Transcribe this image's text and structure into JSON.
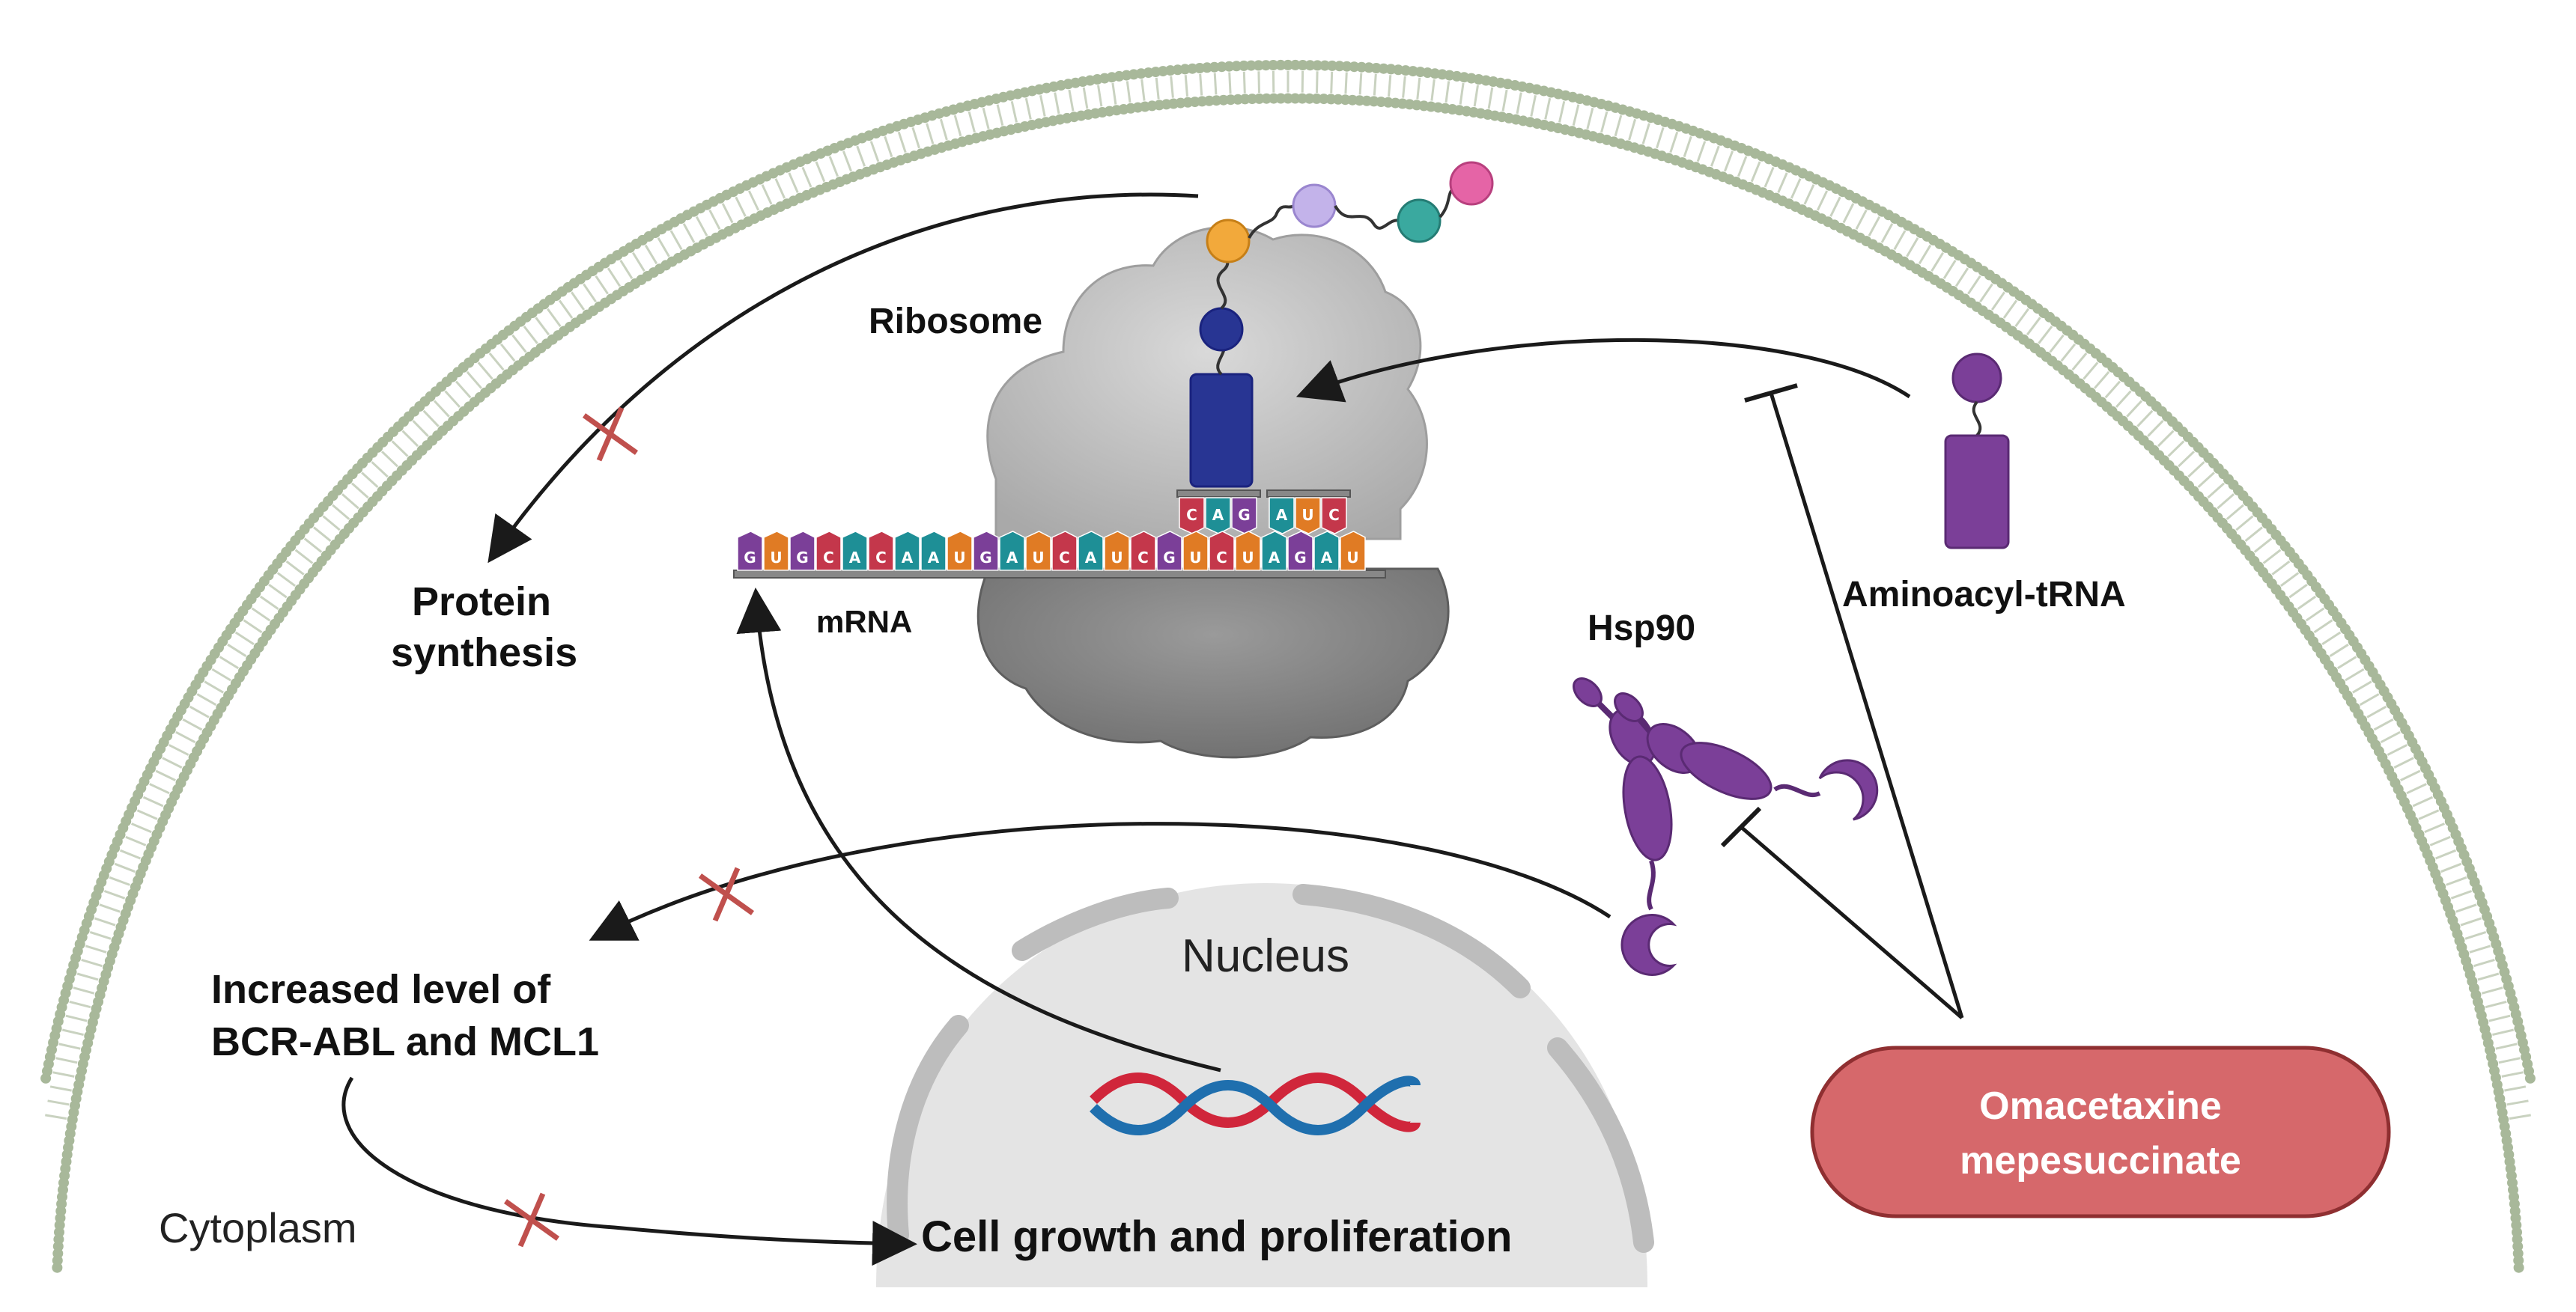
{
  "labels": {
    "ribosome": "Ribosome",
    "protein_synthesis_line1": "Protein",
    "protein_synthesis_line2": "synthesis",
    "mrna": "mRNA",
    "hsp90": "Hsp90",
    "aminoacyl_trna": "Aminoacyl-tRNA",
    "nucleus": "Nucleus",
    "increased_line1": "Increased level of",
    "increased_line2": "BCR-ABL and MCL1",
    "cytoplasm": "Cytoplasm",
    "cell_growth": "Cell growth and proliferation",
    "drug_line1": "Omacetaxine",
    "drug_line2": "mepesuccinate"
  },
  "mrna_bases": [
    "G",
    "U",
    "G",
    "C",
    "A",
    "C",
    "A",
    "A",
    "U",
    "G",
    "A",
    "U",
    "C",
    "A",
    "U",
    "C",
    "G",
    "U",
    "C",
    "U",
    "A",
    "G",
    "A",
    "U"
  ],
  "trna_codon_left": [
    "C",
    "A",
    "G"
  ],
  "trna_codon_right": [
    "A",
    "U",
    "C"
  ],
  "base_colors": {
    "A": "#1e8f96",
    "U": "#e07b24",
    "G": "#7b3f98",
    "C": "#c4374b"
  },
  "colors": {
    "membrane": "#a8b89a",
    "drug_fill": "#d6686b",
    "drug_stroke": "#a33a3c",
    "trna_purple": "#7b3f98",
    "ribosome_light": "#c8c8c8",
    "ribosome_dark": "#8a8a8a",
    "nucleus_fill": "#e4e4e4",
    "dna_red": "#d0263b",
    "dna_blue": "#1f6fae",
    "inhibit_mark": "#c0504d",
    "peptide_tRNA": "#283593"
  },
  "icons": [
    "inhibition-x-icon",
    "inhibition-t-bar-icon",
    "arrow-icon"
  ]
}
